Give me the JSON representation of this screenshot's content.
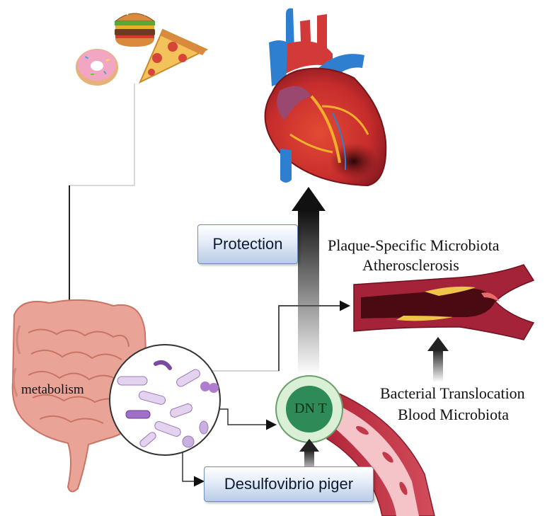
{
  "labels": {
    "protection": "Protection",
    "plaque_line1": "Plaque-Specific Microbiota",
    "plaque_line2": "Atherosclerosis",
    "metabolism": "metabolism",
    "dnt": "DN T",
    "bacterial_line1": "Bacterial Translocation",
    "bacterial_line2": "Blood Microbiota",
    "desulfovibrio": "Desulfovibrio piger"
  },
  "icons": [
    "burger-icon",
    "pizza-icon",
    "donut-icon",
    "heart-icon",
    "intestine-icon",
    "bacteria-circle-icon",
    "artery-icon",
    "blood-vessel-icon",
    "dnt-cell-icon"
  ],
  "colors": {
    "box_border": "#6f8fb8",
    "box_fill": "#c9d8ee",
    "dnt_outer": "#d9efd6",
    "dnt_inner": "#2e8a57",
    "vessel": "#c2394a",
    "heart_red": "#c62c2c",
    "aorta_blue": "#2f7fd0",
    "intestine": "#e9a397"
  }
}
